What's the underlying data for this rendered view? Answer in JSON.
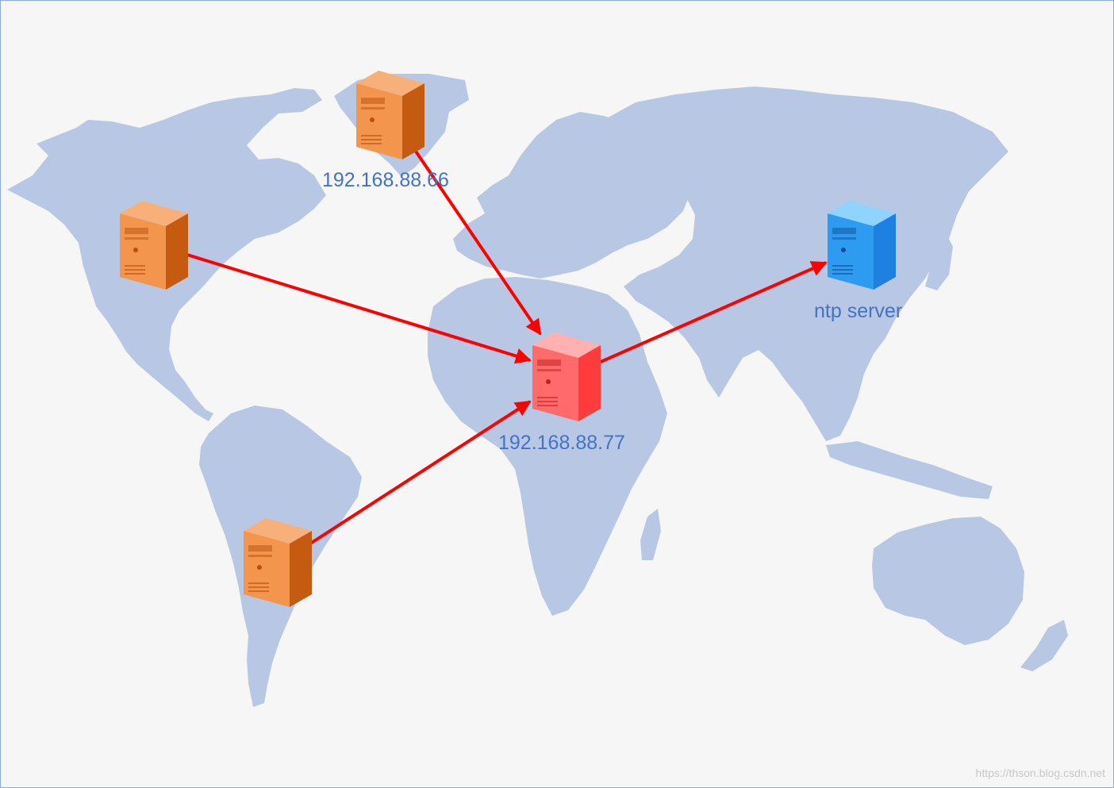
{
  "diagram": {
    "nodes": [
      {
        "id": "server-north-atlantic",
        "label": "192.168.88.66",
        "role": "client",
        "color": "orange",
        "icon": "server-tower-icon"
      },
      {
        "id": "server-north-america",
        "label": "",
        "role": "client",
        "color": "orange",
        "icon": "server-tower-icon"
      },
      {
        "id": "server-south-america",
        "label": "",
        "role": "client",
        "color": "orange",
        "icon": "server-tower-icon"
      },
      {
        "id": "server-africa",
        "label": "192.168.88.77",
        "role": "relay",
        "color": "red",
        "icon": "server-tower-icon"
      },
      {
        "id": "server-asia",
        "label": "ntp server",
        "role": "ntp",
        "color": "blue",
        "icon": "server-tower-icon"
      }
    ],
    "edges": [
      {
        "from": "server-north-atlantic",
        "to": "server-africa"
      },
      {
        "from": "server-north-america",
        "to": "server-africa"
      },
      {
        "from": "server-south-america",
        "to": "server-africa"
      },
      {
        "from": "server-africa",
        "to": "server-asia"
      }
    ],
    "colors": {
      "background": "#f6f6f6",
      "land": "#b8c8e4",
      "arrow": "#ff0000",
      "label": "#4472c4",
      "orange": [
        "#f8b07a",
        "#e0661a",
        "#b8500e"
      ],
      "red": [
        "#ffb0b0",
        "#ff4d4d",
        "#d63030"
      ],
      "blue": [
        "#8fd3ff",
        "#1e90ff",
        "#1464c0"
      ]
    }
  },
  "watermark": "https://thson.blog.csdn.net"
}
